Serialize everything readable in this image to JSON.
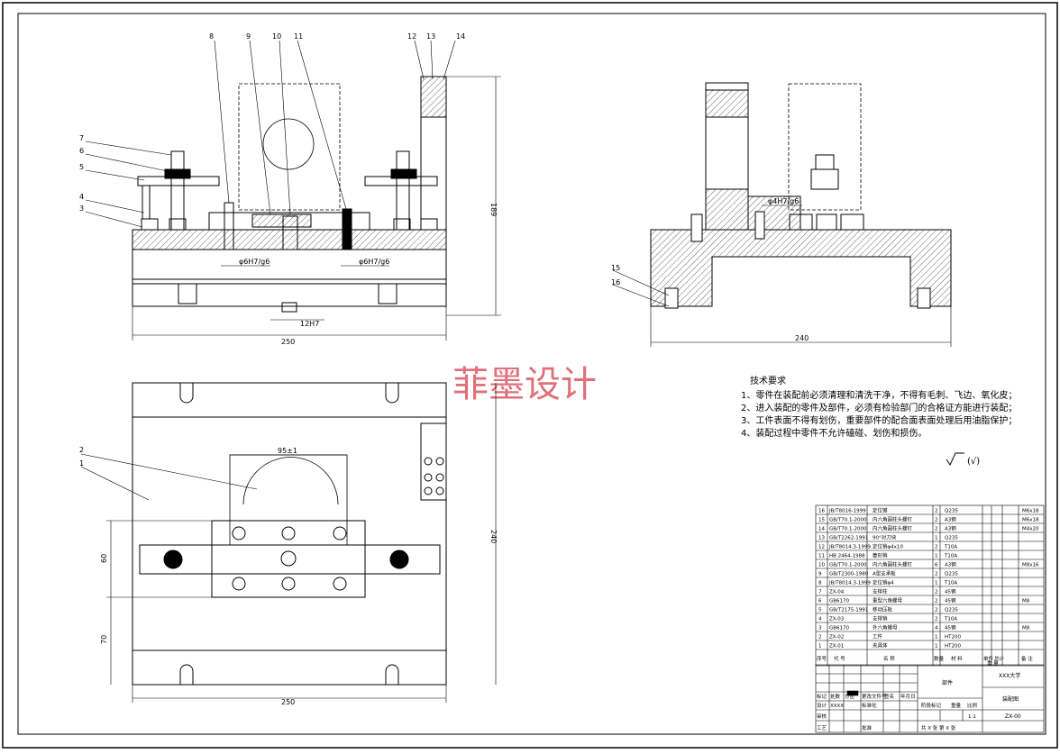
{
  "watermark": "菲墨设计",
  "front_view": {
    "balloons": [
      "8",
      "9",
      "10",
      "11",
      "12",
      "13",
      "14",
      "7",
      "6",
      "5",
      "4",
      "3"
    ],
    "dims": {
      "width": "250",
      "height": "189",
      "tol_left": "φ6H7/g6",
      "tol_right": "φ6H7/g6",
      "slot": "12H7"
    }
  },
  "side_view": {
    "balloons": [
      "15",
      "16"
    ],
    "dims": {
      "width": "240",
      "tol": "φ4H7/g6"
    }
  },
  "top_view": {
    "balloons": [
      "2",
      "1"
    ],
    "dims": {
      "width": "250",
      "height": "240",
      "dia": "95±1",
      "v1": "60",
      "v2": "70"
    }
  },
  "requirements": {
    "title": "技术要求",
    "items": [
      "1、零件在装配前必须清理和清洗干净，不得有毛刺、飞边、氧化皮；",
      "2、进入装配的零件及部件，必须有检验部门的合格证方能进行装配；",
      "3、工件表面不得有划伤，重要部件的配合面表面处理后用油脂保护；",
      "4、装配过程中零件不允许磕碰、划伤和损伤。"
    ],
    "roughness": "(√)"
  },
  "bom": {
    "rows": [
      {
        "no": "16",
        "code": "JB/T8016-1999",
        "name": "定位键",
        "qty": "2",
        "mat": "Q235",
        "note": "M6x18"
      },
      {
        "no": "15",
        "code": "GB/T70.1-2000",
        "name": "内六角圆柱头螺钉",
        "qty": "2",
        "mat": "A3钢",
        "note": "M6x18"
      },
      {
        "no": "14",
        "code": "GB/T70.1-2000",
        "name": "内六角圆柱头螺钉",
        "qty": "2",
        "mat": "A3钢",
        "note": "M4x20"
      },
      {
        "no": "13",
        "code": "GB/T2262-1991",
        "name": "90°对刀块",
        "qty": "1",
        "mat": "Q235",
        "note": ""
      },
      {
        "no": "12",
        "code": "JB/T8014.3-1999",
        "name": "定位销φ4x10",
        "qty": "2",
        "mat": "T10A",
        "note": ""
      },
      {
        "no": "11",
        "code": "HB 2464-1988",
        "name": "菱形销",
        "qty": "1",
        "mat": "T10A",
        "note": ""
      },
      {
        "no": "10",
        "code": "GB/T70.1-2000",
        "name": "内六角圆柱头螺钉",
        "qty": "6",
        "mat": "A3钢",
        "note": "M8x16"
      },
      {
        "no": "9",
        "code": "GB/T2300-1980",
        "name": "A型支承板",
        "qty": "2",
        "mat": "Q235",
        "note": ""
      },
      {
        "no": "8",
        "code": "JB/T8014.3-1999",
        "name": "定位销φ4",
        "qty": "1",
        "mat": "T10A",
        "note": ""
      },
      {
        "no": "7",
        "code": "ZX-04",
        "name": "支撑柱",
        "qty": "2",
        "mat": "45钢",
        "note": ""
      },
      {
        "no": "6",
        "code": "GB6170",
        "name": "重型六角螺母",
        "qty": "2",
        "mat": "45钢",
        "note": "M8"
      },
      {
        "no": "5",
        "code": "GB/T2175-1991",
        "name": "移动压板",
        "qty": "2",
        "mat": "Q235",
        "note": ""
      },
      {
        "no": "4",
        "code": "ZX-03",
        "name": "支撑销",
        "qty": "2",
        "mat": "T10A",
        "note": ""
      },
      {
        "no": "3",
        "code": "GB6170",
        "name": "外六角螺母",
        "qty": "4",
        "mat": "45钢",
        "note": "M8"
      },
      {
        "no": "2",
        "code": "ZX-02",
        "name": "工件",
        "qty": "1",
        "mat": "HT200",
        "note": ""
      },
      {
        "no": "1",
        "code": "ZX-01",
        "name": "夹具体",
        "qty": "1",
        "mat": "HT200",
        "note": ""
      }
    ],
    "headers": {
      "no": "序号",
      "code": "代  号",
      "name": "名   称",
      "qty": "数量",
      "mat": "材   料",
      "single": "单件",
      "total": "总计",
      "weight": "重  量",
      "note": "备  注"
    }
  },
  "title_block": {
    "part": "部件",
    "school": "XXX大学",
    "drawing": "装配图",
    "code": "ZX-00",
    "scale": "1:1",
    "sheet": "共 X 张  第 X 张",
    "rows": [
      "标记",
      "处数",
      "分区",
      "更改文件号",
      "签名",
      "年月日"
    ],
    "roles": [
      "设计",
      "XXXX",
      "标准化",
      "审核",
      "工艺",
      "批准"
    ],
    "cols": [
      "阶段标记",
      "重量",
      "比例"
    ]
  }
}
